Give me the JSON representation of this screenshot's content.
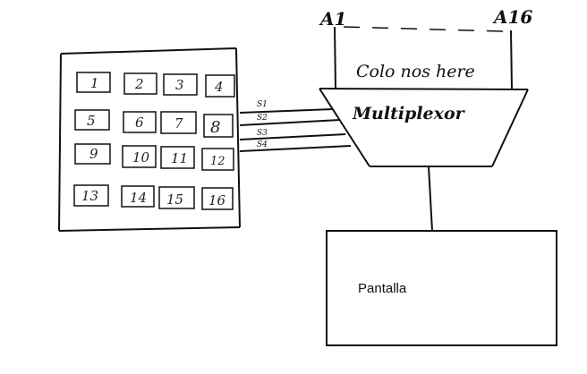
{
  "keypad": {
    "keys": [
      "1",
      "2",
      "3",
      "4",
      "5",
      "6",
      "7",
      "8",
      "9",
      "10",
      "11",
      "12",
      "13",
      "14",
      "15",
      "16"
    ]
  },
  "signals": [
    "S1",
    "S2",
    "S3",
    "S4"
  ],
  "multiplexer": {
    "title": "Multiplexor",
    "inputs_left": "A1",
    "inputs_right": "A16",
    "note": "Colo nos here"
  },
  "display": {
    "label": "Pantalla"
  }
}
